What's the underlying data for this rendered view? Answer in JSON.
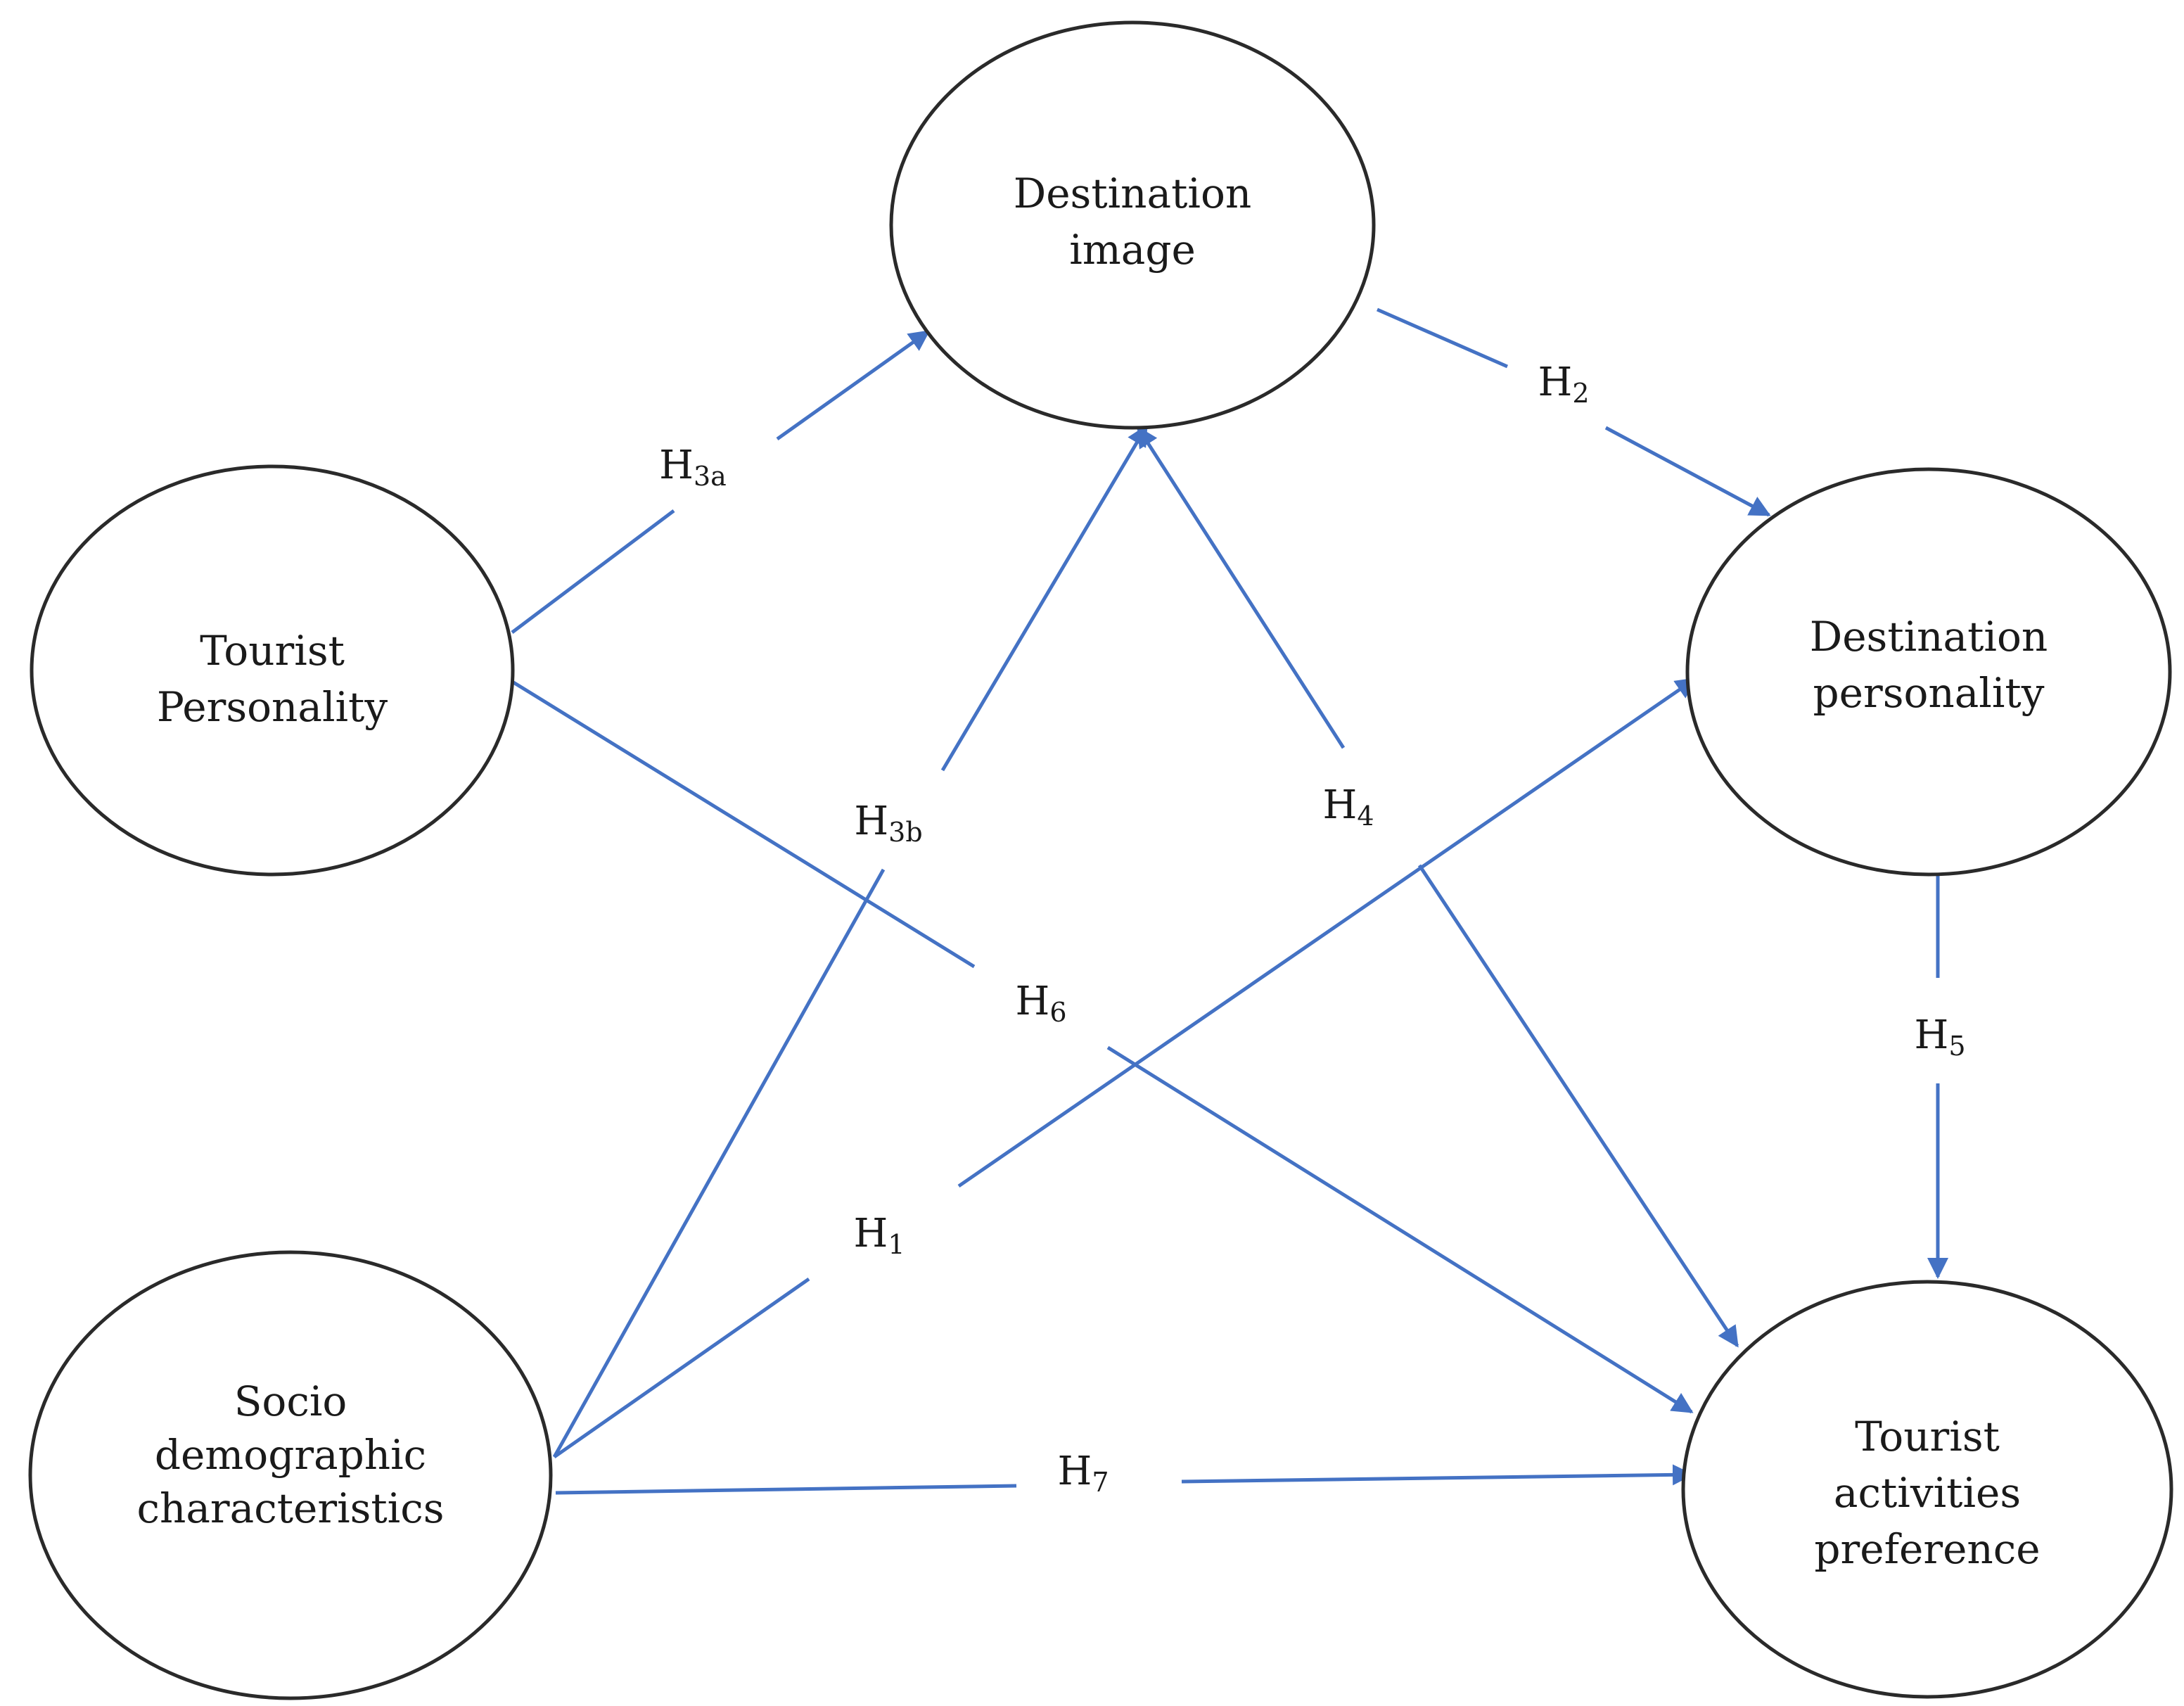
{
  "nodes": {
    "tourist_personality": {
      "lines": [
        "Tourist",
        "Personality"
      ]
    },
    "destination_image": {
      "lines": [
        "Destination",
        "image"
      ]
    },
    "destination_personality": {
      "lines": [
        "Destination",
        "personality"
      ]
    },
    "socio_demographic": {
      "lines": [
        "Socio",
        "demographic",
        "characteristics"
      ]
    },
    "tourist_activities": {
      "lines": [
        "Tourist",
        "activities",
        "preference"
      ]
    }
  },
  "edges": {
    "h1": {
      "main": "H",
      "sub": "1",
      "from": "socio_demographic",
      "to": "destination_personality"
    },
    "h2": {
      "main": "H",
      "sub": "2",
      "from": "destination_image",
      "to": "destination_personality"
    },
    "h3a": {
      "main": "H",
      "sub": "3a",
      "from": "tourist_personality",
      "to": "destination_image"
    },
    "h3b": {
      "main": "H",
      "sub": "3b",
      "from": "socio_demographic",
      "to": "destination_image"
    },
    "h4": {
      "main": "H",
      "sub": "4",
      "from": "tourist_activities",
      "to": "destination_image",
      "bidirectional": true
    },
    "h5": {
      "main": "H",
      "sub": "5",
      "from": "destination_personality",
      "to": "tourist_activities"
    },
    "h6": {
      "main": "H",
      "sub": "6",
      "from": "tourist_personality",
      "to": "tourist_activities"
    },
    "h7": {
      "main": "H",
      "sub": "7",
      "from": "socio_demographic",
      "to": "tourist_activities"
    }
  },
  "colors": {
    "arrow": "#4472c4",
    "outline": "#2a2a2a",
    "text": "#1a1a1a"
  }
}
